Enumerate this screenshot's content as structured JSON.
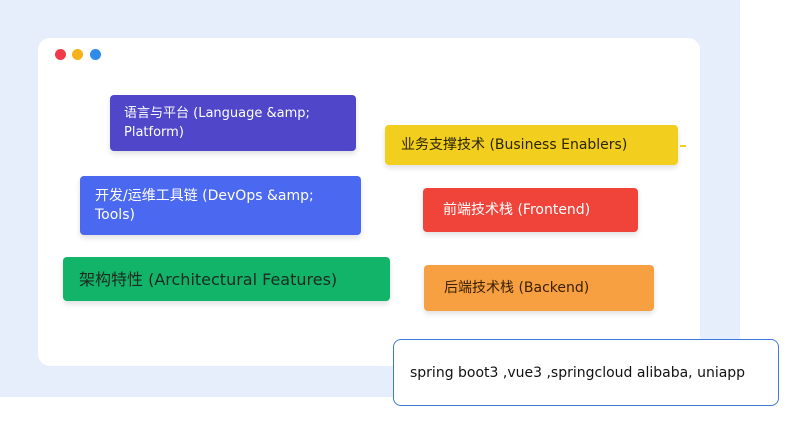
{
  "diagram": {
    "tags": {
      "lang": "语言与平台 (Language &amp; Platform)",
      "devops": "开发/运维工具链 (DevOps &amp; Tools)",
      "arch": "架构特性 (Architectural Features)",
      "biz": "业务支撑技术 (Business Enablers)",
      "front": "前端技术栈 (Frontend)",
      "back": "后端技术栈 (Backend)"
    },
    "tooltip": "spring boot3 ,vue3 ,springcloud alibaba, uniapp"
  },
  "colors": {
    "lang": "#4f46c9",
    "devops": "#4a68f0",
    "arch": "#12b46a",
    "biz": "#f2cf1e",
    "front": "#f0433a",
    "back": "#f7a042"
  }
}
